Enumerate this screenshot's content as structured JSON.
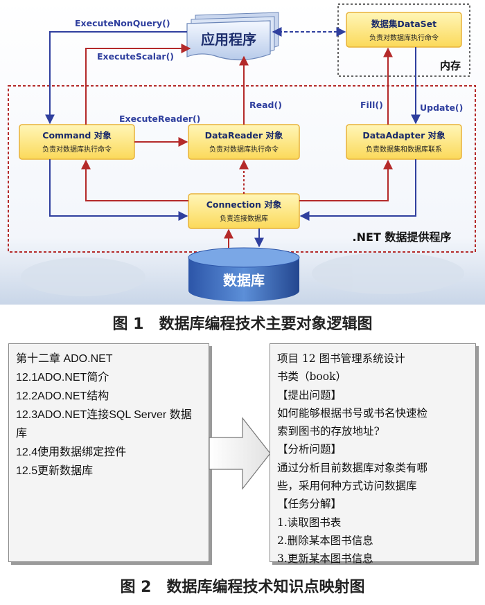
{
  "figure1": {
    "caption": "图 1　数据库编程技术主要对象逻辑图",
    "app": "应用程序",
    "dataset": {
      "title": "数据集DataSet",
      "desc": "负责对数据库执行命令"
    },
    "memory": "内存",
    "command": {
      "title": "Command 对象",
      "desc": "负责对数据库执行命令"
    },
    "datareader": {
      "title": "DataReader 对象",
      "desc": "负责对数据库执行命令"
    },
    "dataadapter": {
      "title": "DataAdapter 对象",
      "desc": "负责数据集和数据库联系"
    },
    "connection": {
      "title": "Connection 对象",
      "desc": "负责连接数据库"
    },
    "provider": ".NET 数据提供程序",
    "database": "数据库",
    "labels": {
      "executeNonQuery": "ExecuteNonQuery()",
      "executeScalar": "ExecuteScalar()",
      "executeReader": "ExecuteReader()",
      "read": "Read()",
      "fill": "Fill()",
      "update": "Update()"
    },
    "colors": {
      "blue": "#2f3f9e",
      "red": "#b42a2a",
      "nodeFill": "#fde98a",
      "nodeBorder": "#e8b23a"
    }
  },
  "figure2": {
    "caption": "图 2　数据库编程技术知识点映射图",
    "left": [
      "第十二章 ADO.NET",
      "12.1ADO.NET简介",
      "12.2ADO.NET结构",
      "12.3ADO.NET连接SQL Server 数据",
      "库",
      "12.4使用数据绑定控件",
      "12.5更新数据库"
    ],
    "right": [
      "项目 12 图书管理系统设计",
      "书类（book）",
      "【提出问题】",
      "如何能够根据书号或书名快速检",
      "索到图书的存放地址?",
      "【分析问题】",
      "通过分析目前数据库对象类有哪",
      "些，采用何种方式访问数据库",
      "【任务分解】",
      "1.读取图书表",
      "2.删除某本图书信息",
      "3.更新某本图书信息"
    ]
  }
}
